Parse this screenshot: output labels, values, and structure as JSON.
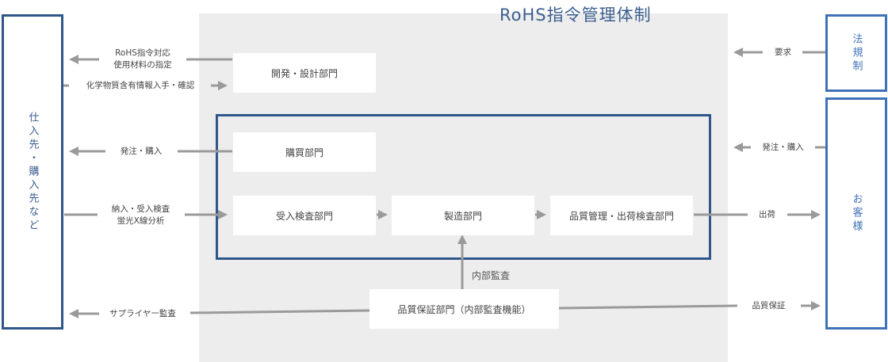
{
  "title": "RoHS指令管理体制",
  "entities": {
    "supplier": "仕入先・購入先など",
    "law": "法規制",
    "customer": "お客様"
  },
  "departments": {
    "design": "開発・設計部門",
    "purchasing": "購買部門",
    "receiving": "受入検査部門",
    "manufacturing": "製造部門",
    "qc": "品質管理・出荷検査部門",
    "qa": "品質保証部門（内部監査機能）"
  },
  "flows": {
    "rohs_spec_1": "RoHS指令対応",
    "rohs_spec_2": "使用材料の指定",
    "chem_info": "化学物質含有情報入手・確認",
    "order_left": "発注・購入",
    "delivery_1": "納入・受入検査",
    "delivery_2": "蛍光X線分析",
    "supplier_audit": "サプライヤー監査",
    "requirement": "要求",
    "order_right": "発注・購入",
    "shipping": "出荷",
    "quality_assurance": "品質保証",
    "internal_audit": "内部監査"
  }
}
